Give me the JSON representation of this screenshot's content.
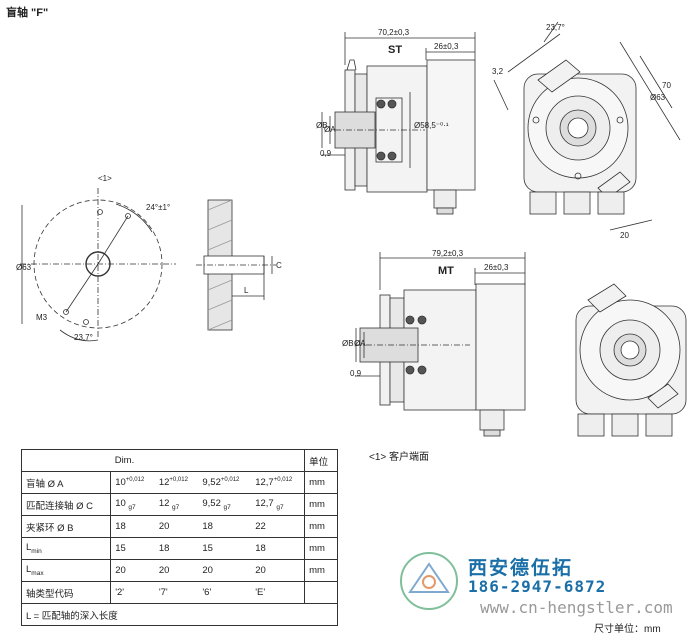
{
  "title": "盲轴 \"F\"",
  "st": {
    "label": "ST",
    "dim_total": "70,2±0,3",
    "dim_right": "26±0,3",
    "dia_b": "ØB",
    "dia_a": "ØA",
    "dia_58": "Ø58,5⁻⁰·¹",
    "gap": "0,9",
    "angle": "23,7°",
    "side_left": "3,2",
    "side_70": "70",
    "side_63": "Ø63",
    "bottom_20": "20"
  },
  "mt": {
    "label": "MT",
    "dim_total": "79,2±0,3",
    "dim_right": "26±0,3",
    "dia_b": "ØB",
    "dia_a": "ØA",
    "gap": "0,9"
  },
  "detail": {
    "ref": "<1>",
    "dia": "Ø63",
    "m3": "M3",
    "angle_top": "24°±1°",
    "angle_bottom": "23,7°",
    "l_label": "L",
    "c_label": "C"
  },
  "table": {
    "header": {
      "dim": "Dim.",
      "unit": "单位"
    },
    "rows": [
      {
        "label": "盲轴 Ø A",
        "c1": "10",
        "c1s": "+0,012",
        "c2": "12",
        "c2s": "+0,012",
        "c3": "9,52",
        "c3s": "+0,012",
        "c4": "12,7",
        "c4s": "+0,012",
        "unit": "mm"
      },
      {
        "label": "匹配连接轴 Ø C",
        "c1": "10",
        "c1s": "g7",
        "c2": "12",
        "c2s": "g7",
        "c3": "9,52",
        "c3s": "g7",
        "c4": "12,7",
        "c4s": "g7",
        "unit": "mm"
      },
      {
        "label": "夹紧环 Ø B",
        "c1": "18",
        "c1s": "",
        "c2": "20",
        "c2s": "",
        "c3": "18",
        "c3s": "",
        "c4": "22",
        "c4s": "",
        "unit": "mm"
      },
      {
        "label": "L",
        "label_sub": "min",
        "c1": "15",
        "c1s": "",
        "c2": "18",
        "c2s": "",
        "c3": "15",
        "c3s": "",
        "c4": "18",
        "c4s": "",
        "unit": "mm"
      },
      {
        "label": "L",
        "label_sub": "max",
        "c1": "20",
        "c1s": "",
        "c2": "20",
        "c2s": "",
        "c3": "20",
        "c3s": "",
        "c4": "20",
        "c4s": "",
        "unit": "mm"
      },
      {
        "label": "轴类型代码",
        "c1": "'2'",
        "c1s": "",
        "c2": "'7'",
        "c2s": "",
        "c3": "'6'",
        "c3s": "",
        "c4": "'E'",
        "c4s": "",
        "unit": ""
      }
    ],
    "footer": "L = 匹配轴的深入长度"
  },
  "note": "<1> 客户端面",
  "unit_label": "尺寸单位：mm",
  "watermark": {
    "company": "西安德伍拓",
    "phone": "186-2947-6872",
    "url": "www.cn-hengstler.com"
  }
}
